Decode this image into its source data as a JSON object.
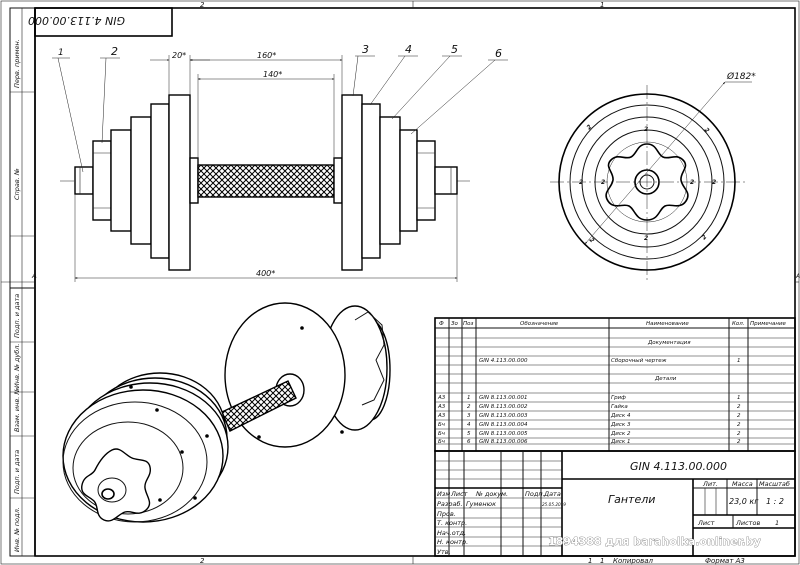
{
  "frame": {
    "zone_top": [
      "2",
      "1"
    ],
    "zone_bottom": [
      "2",
      "1"
    ],
    "zone_left": "A",
    "zone_right": "A",
    "code_box": "GIN 4.113.00.000",
    "side_labels": [
      "Перв. примен.",
      "Справ. №",
      "Подп. и дата",
      "Инв. № дубл.",
      "Взам. инв. №",
      "Подп. и дата",
      "Инв. № подл."
    ]
  },
  "front_view": {
    "balloons": [
      "1",
      "2",
      "3",
      "4",
      "5",
      "6"
    ],
    "dims": {
      "d20": "20*",
      "d160": "160*",
      "d140": "140*",
      "d400": "400*"
    }
  },
  "side_view": {
    "diameter": "Ø182*",
    "hole_labels": [
      "2",
      "2",
      "2",
      "2",
      "2",
      "2",
      "2",
      "2",
      "2",
      "2"
    ]
  },
  "spec": {
    "headers": [
      "Ф",
      "Зо",
      "Поз",
      "Обозначение",
      "Наименование",
      "Кол.",
      "Примечание"
    ],
    "section_docs": "Документация",
    "doc_row": {
      "designation": "GIN 4.113.00.000",
      "name": "Сборочный чертеж",
      "qty": "1"
    },
    "section_parts": "Детали",
    "rows": [
      {
        "fmt": "А3",
        "pos": "1",
        "designation": "GIN 8.113.00.001",
        "name": "Гриф",
        "qty": "1"
      },
      {
        "fmt": "А3",
        "pos": "2",
        "designation": "GIN 8.113.00.002",
        "name": "Гайка",
        "qty": "2"
      },
      {
        "fmt": "А3",
        "pos": "3",
        "designation": "GIN 8.113.00.003",
        "name": "Диск 4",
        "qty": "2"
      },
      {
        "fmt": "Бч",
        "pos": "4",
        "designation": "GIN 8.113.00.004",
        "name": "Диск 3",
        "qty": "2"
      },
      {
        "fmt": "Бч",
        "pos": "5",
        "designation": "GIN 8.113.00.005",
        "name": "Диск 2",
        "qty": "2"
      },
      {
        "fmt": "Бч",
        "pos": "6",
        "designation": "GIN 8.113.00.006",
        "name": "Диск 1",
        "qty": "2"
      }
    ]
  },
  "title_block": {
    "code": "GIN 4.113.00.000",
    "title": "Гантели",
    "lit": "Лит.",
    "mass_label": "Масса",
    "scale_label": "Масштаб",
    "mass": "23,0 кг",
    "scale": "1 : 2",
    "sheet_label": "Лист",
    "sheets_label": "Листов",
    "sheets": "1",
    "cols": [
      "Изм",
      "Лист",
      "№ докум.",
      "Подп.",
      "Дата"
    ],
    "roles": [
      "Разраб.",
      "Пров.",
      "Т. контр.",
      "Нач.отд.",
      "Н. контр.",
      "Утв."
    ],
    "developer": "Гуменюк",
    "date": "25.05.2019",
    "copied": "Копировал",
    "format": "Формат А3",
    "bottom_sheet_no": "1"
  },
  "watermark": "1894388 для baraholka.onliner.by"
}
